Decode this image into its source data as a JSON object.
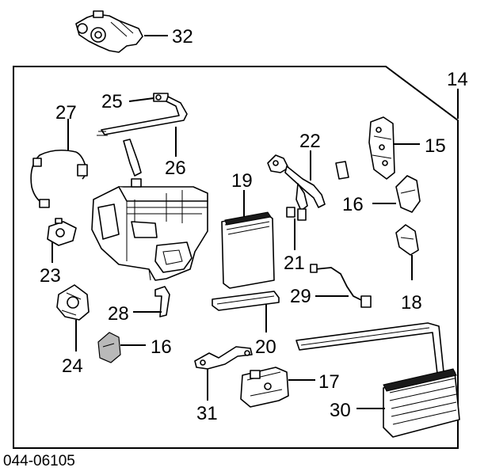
{
  "diagram": {
    "drawing_code": "044-06105",
    "callouts": {
      "c32": "32",
      "c14": "14",
      "c25": "25",
      "c27": "27",
      "c26": "26",
      "c22": "22",
      "c15": "15",
      "c19": "19",
      "c16a": "16",
      "c23": "23",
      "c21": "21",
      "c29": "29",
      "c18": "18",
      "c28": "28",
      "c24": "24",
      "c16b": "16",
      "c20": "20",
      "c17": "17",
      "c31": "31",
      "c30": "30"
    }
  }
}
